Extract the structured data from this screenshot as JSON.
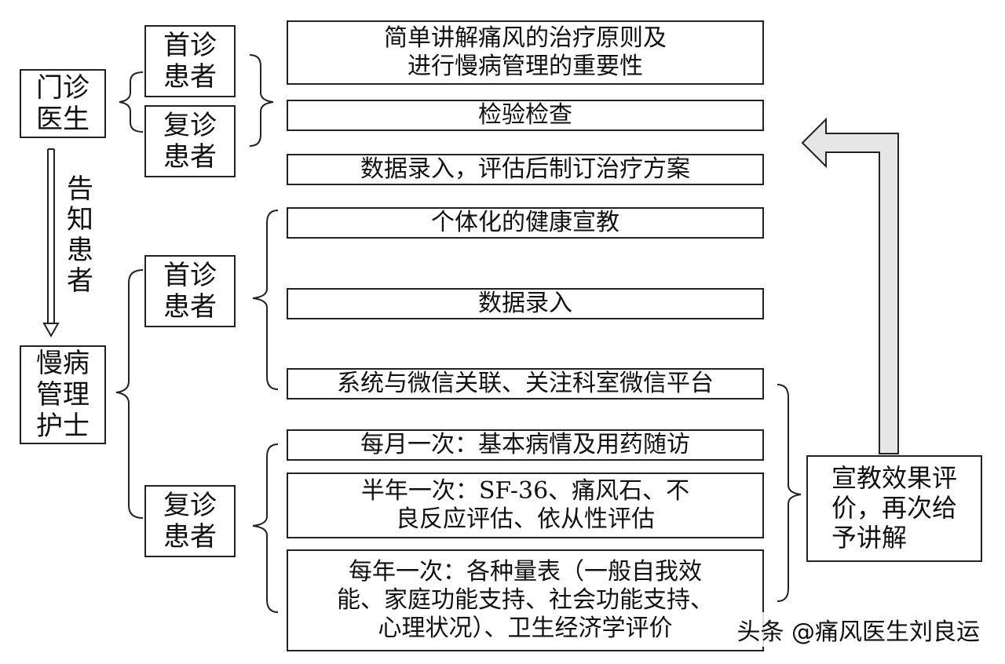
{
  "nodes": {
    "outpatient_doctor": [
      "门诊",
      "医生"
    ],
    "chronic_nurse": [
      "慢病",
      "管理",
      "护士"
    ],
    "doc_first_visit": [
      "首诊",
      "患者"
    ],
    "doc_return_visit": [
      "复诊",
      "患者"
    ],
    "nurse_first_visit": [
      "首诊",
      "患者"
    ],
    "nurse_return_visit": [
      "复诊",
      "患者"
    ],
    "evaluation": [
      "宣教效果评",
      "价，再次给",
      "予讲解"
    ]
  },
  "inform_label": [
    "告",
    "知",
    "患",
    "者"
  ],
  "doctor_tasks": [
    [
      "简单讲解痛风的治疗原则及",
      "进行慢病管理的重要性"
    ],
    [
      "检验检查"
    ],
    [
      "数据录入，评估后制订治疗方案"
    ]
  ],
  "nurse_first_tasks": [
    [
      "个体化的健康宣教"
    ],
    [
      "数据录入"
    ],
    [
      "系统与微信关联、关注科室微信平台"
    ]
  ],
  "nurse_return_tasks": [
    [
      "每月一次：基本病情及用药随访"
    ],
    [
      "半年一次：SF-36、痛风石、不",
      "良反应评估、依从性评估"
    ],
    [
      "每年一次：各种量表（一般自我效",
      "能、家庭功能支持、社会功能支持、",
      "心理状况）、卫生经济学评价"
    ]
  ],
  "watermark": "头条 @痛风医生刘良运",
  "colors": {
    "arrow_fill": "#e6e6e6",
    "stroke": "#222222"
  }
}
